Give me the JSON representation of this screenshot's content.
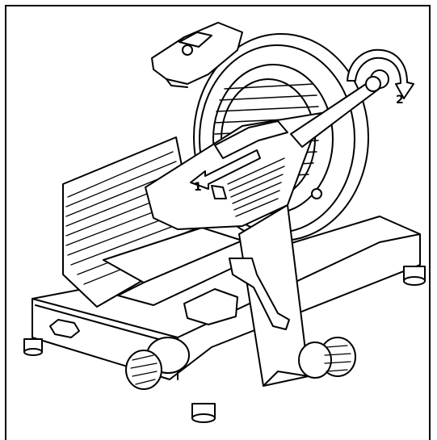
{
  "diagram": {
    "callouts": [
      {
        "id": "1",
        "label": "1"
      },
      {
        "id": "2",
        "label": "2"
      }
    ],
    "colors": {
      "ink": "#000000",
      "paper": "#ffffff",
      "frame": "#000000",
      "shade": "#dcdcdc"
    }
  }
}
